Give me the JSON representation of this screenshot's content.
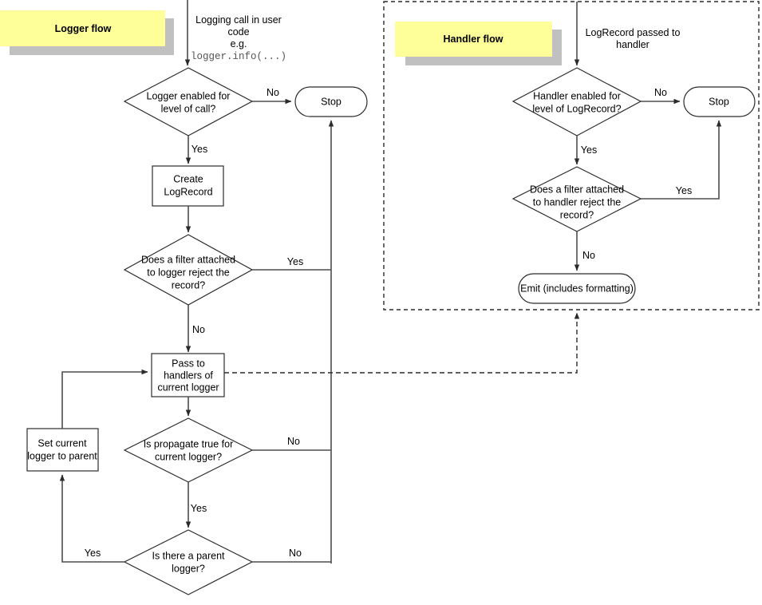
{
  "diagram": {
    "title": "Python logging flow",
    "background": "#ffffff",
    "accent_banner": "#ffff99",
    "shadow_color": "#c0c0c0",
    "line_color": "#4d4d4d"
  },
  "groups": [
    {
      "id": "logger-flow",
      "banner": "Logger flow",
      "bordered": false
    },
    {
      "id": "handler-flow",
      "banner": "Handler flow",
      "bordered": true
    }
  ],
  "annotations": {
    "logger_entry_line1": "Logging call in user",
    "logger_entry_line2": "code",
    "logger_entry_line3": "e.g.",
    "logger_entry_code": "logger.info(...)",
    "handler_entry_line1": "LogRecord passed to",
    "handler_entry_line2": "handler"
  },
  "nodes": {
    "logger_enabled": {
      "type": "decision",
      "line1": "Logger enabled for",
      "line2": "level of call?"
    },
    "logger_stop": {
      "type": "terminator",
      "label": "Stop"
    },
    "create_logrecord": {
      "type": "process",
      "line1": "Create",
      "line2": "LogRecord"
    },
    "logger_filter": {
      "type": "decision",
      "line1": "Does a filter attached",
      "line2": "to logger reject the",
      "line3": "record?"
    },
    "pass_to_handlers": {
      "type": "process",
      "line1": "Pass to",
      "line2": "handlers of",
      "line3": "current logger"
    },
    "is_propagate": {
      "type": "decision",
      "line1": "Is propagate true for",
      "line2": "current logger?"
    },
    "set_parent": {
      "type": "process",
      "line1": "Set current",
      "line2": "logger to parent"
    },
    "has_parent": {
      "type": "decision",
      "line1": "Is there a parent",
      "line2": "logger?"
    },
    "handler_enabled": {
      "type": "decision",
      "line1": "Handler enabled for",
      "line2": "level of LogRecord?"
    },
    "handler_stop": {
      "type": "terminator",
      "label": "Stop"
    },
    "handler_filter": {
      "type": "decision",
      "line1": "Does a filter attached",
      "line2": "to handler reject the",
      "line3": "record?"
    },
    "emit": {
      "type": "terminator",
      "label": "Emit (includes formatting)"
    }
  },
  "edge_labels": {
    "logger_enabled_no": "No",
    "logger_enabled_yes": "Yes",
    "logger_filter_yes": "Yes",
    "logger_filter_no": "No",
    "propagate_no": "No",
    "propagate_yes": "Yes",
    "has_parent_yes": "Yes",
    "has_parent_no": "No",
    "handler_enabled_no": "No",
    "handler_enabled_yes": "Yes",
    "handler_filter_yes": "Yes",
    "handler_filter_no": "No"
  }
}
